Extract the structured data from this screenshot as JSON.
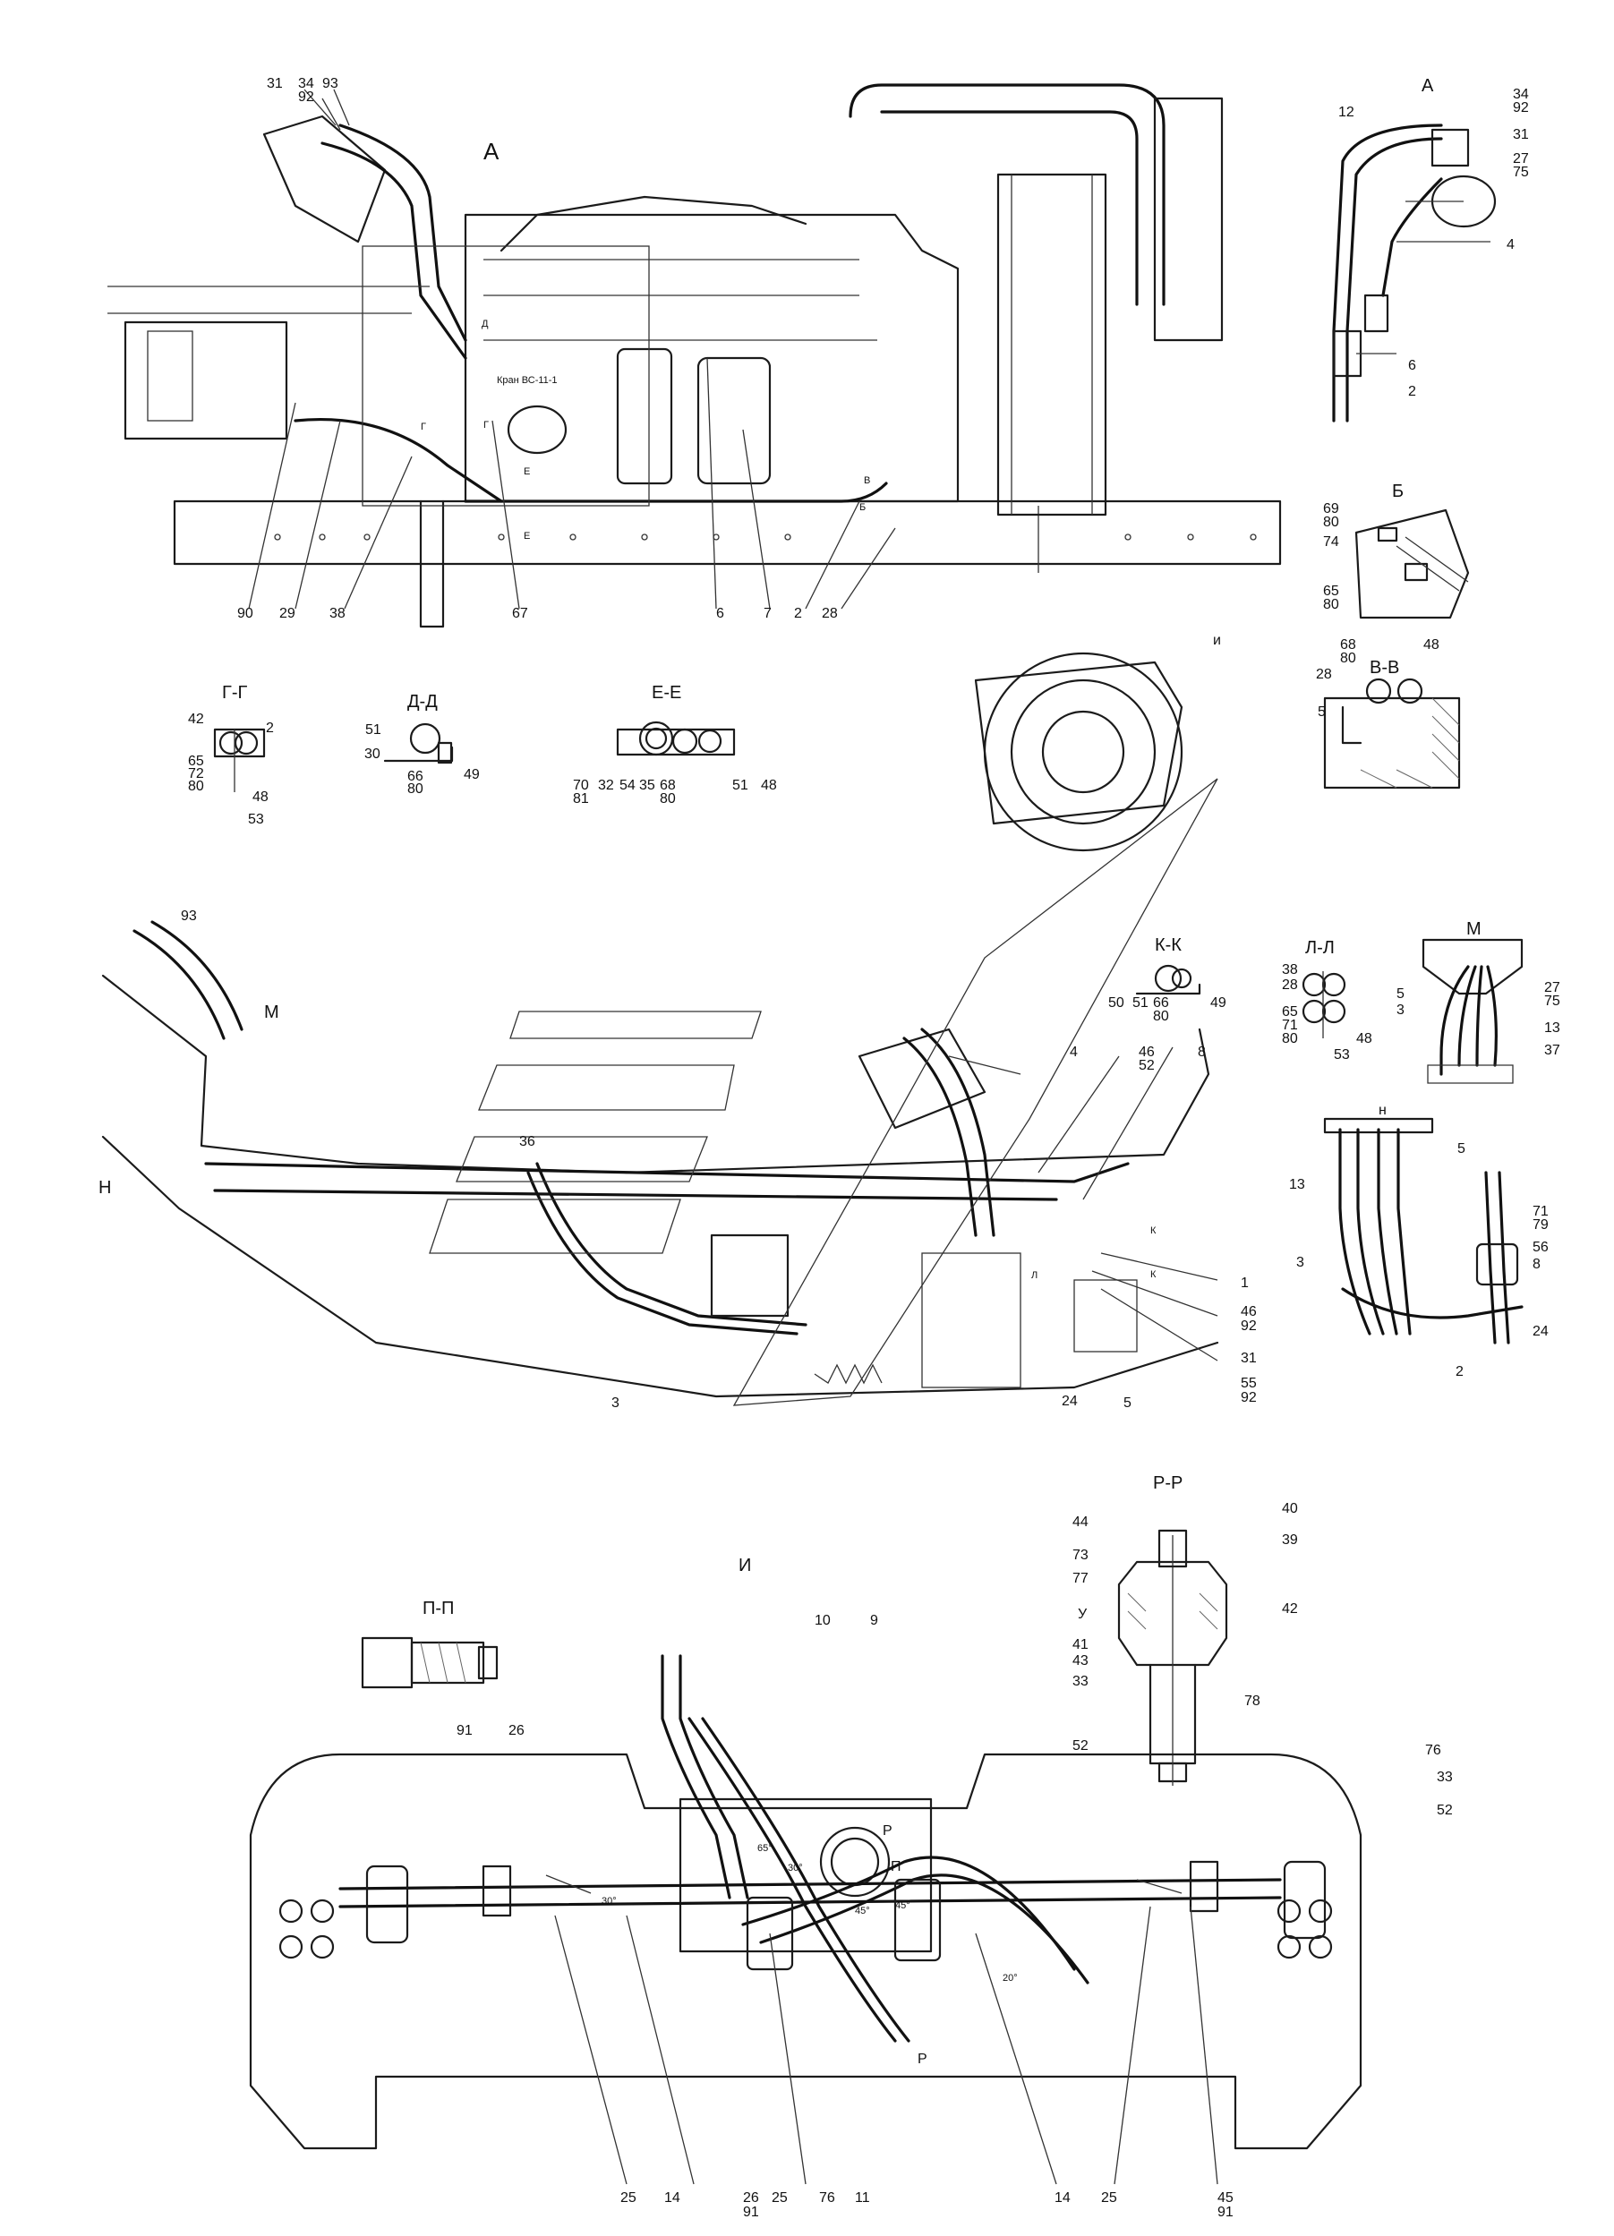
{
  "views": {
    "A_main": "А",
    "A_detail": "А",
    "B": "Б",
    "V": "В-В",
    "G": "Г-Г",
    "D": "Д-Д",
    "E": "Е-Е",
    "K": "К-К",
    "L": "Л-Л",
    "M_view": "М",
    "M_arrow": "М",
    "N_arrow": "Н",
    "N_detail": "н",
    "I_title": "И",
    "I_mark": "и",
    "P": "П-П",
    "R": "Р-Р"
  },
  "callouts": {
    "top_31": "31",
    "top_34": "34",
    "top_92": "92",
    "top_93": "93",
    "bot_90": "90",
    "bot_29": "29",
    "bot_38": "38",
    "bot_67": "67",
    "bot_6": "6",
    "bot_7": "7",
    "bot_2": "2",
    "bot_28": "28",
    "a_12": "12",
    "a_34": "34",
    "a_92": "92",
    "a_31": "31",
    "a_27": "27",
    "a_75": "75",
    "a_4": "4",
    "a_6": "6",
    "a_2": "2",
    "b_69": "69",
    "b_80a": "80",
    "b_74": "74",
    "b_65": "65",
    "b_80b": "80",
    "v_68": "68",
    "v_80": "80",
    "v_28": "28",
    "v_48": "48",
    "v_5": "5",
    "g_42": "42",
    "g_2": "2",
    "g_65": "65",
    "g_72": "72",
    "g_80": "80",
    "g_48": "48",
    "g_53": "53",
    "d_51": "51",
    "d_30": "30",
    "d_66": "66",
    "d_80": "80",
    "d_49": "49",
    "e_70": "70",
    "e_81": "81",
    "e_32": "32",
    "e_54": "54",
    "e_35": "35",
    "e_68": "68",
    "e_80": "80",
    "e_51": "51",
    "e_48": "48",
    "k_50": "50",
    "k_51": "51",
    "k_66": "66",
    "k_80": "80",
    "k_49": "49",
    "l_38": "38",
    "l_28": "28",
    "l_65": "65",
    "l_71": "71",
    "l_80": "80",
    "l_53": "53",
    "l_48": "48",
    "m_27": "27",
    "m_75": "75",
    "m_5": "5",
    "m_3": "3",
    "m_13": "13",
    "m_37": "37",
    "mid_93": "93",
    "mid_36": "36",
    "mid_4": "4",
    "mid_46": "46",
    "mid_52": "52",
    "mid_8": "8",
    "mid_1": "1",
    "mid_46b": "46",
    "mid_92b": "92",
    "mid_31": "31",
    "mid_55": "55",
    "mid_92c": "92",
    "mid_3": "3",
    "mid_24": "24",
    "mid_5": "5",
    "n_13": "13",
    "n_5": "5",
    "n_71": "71",
    "n_79": "79",
    "n_3": "3",
    "n_56": "56",
    "n_8": "8",
    "n_24": "24",
    "n_2": "2",
    "r_44": "44",
    "r_40": "40",
    "r_73": "73",
    "r_39": "39",
    "r_77": "77",
    "r_U": "У",
    "r_42": "42",
    "r_41": "41",
    "r_43": "43",
    "r_33": "33",
    "r_52": "52",
    "r_78": "78",
    "p_91": "91",
    "p_26": "26",
    "i_10": "10",
    "i_9": "9",
    "i_76": "76",
    "i_33": "33",
    "i_52": "52",
    "i_25a": "25",
    "i_14a": "14",
    "i_26": "26",
    "i_91a": "91",
    "i_25b": "25",
    "i_76b": "76",
    "i_11": "11",
    "i_14b": "14",
    "i_25c": "25",
    "i_45": "45",
    "i_91b": "91",
    "ang_30a": "30°",
    "ang_65": "65°",
    "ang_30b": "30°",
    "ang_45a": "45°",
    "ang_45b": "45°",
    "ang_20": "20°",
    "sec_P": "П",
    "sec_R1": "Р",
    "sec_R2": "Р",
    "kran": "Кран ВС-11-1",
    "sec_G1": "Г",
    "sec_G2": "Г",
    "sec_D": "Д",
    "sec_E1": "Е",
    "sec_E2": "Е",
    "sec_B": "Б",
    "sec_V": "В",
    "sec_K1": "К",
    "sec_K2": "К",
    "sec_Lm": "Л"
  }
}
